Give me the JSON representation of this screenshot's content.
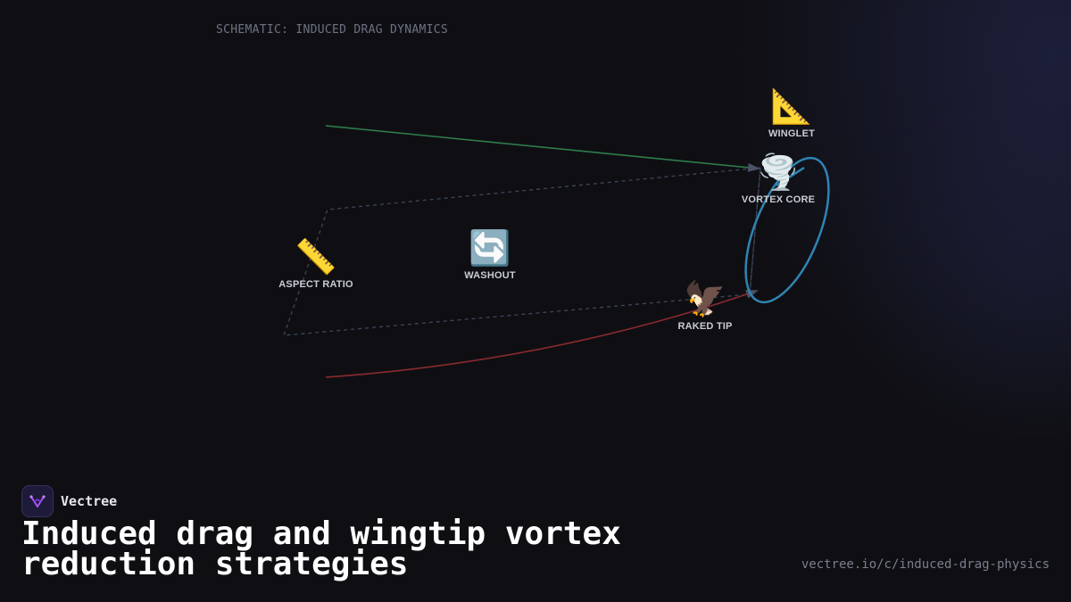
{
  "schematic": {
    "label": "SCHEMATIC: INDUCED DRAG DYNAMICS"
  },
  "nodes": {
    "winglet": {
      "label": "WINGLET",
      "glyph": "📐"
    },
    "vortex_core": {
      "label": "VORTEX CORE",
      "glyph": "🌪️"
    },
    "aspect_ratio": {
      "label": "ASPECT RATIO",
      "glyph": "📏"
    },
    "washout": {
      "label": "WASHOUT",
      "glyph": "🔄"
    },
    "raked_tip": {
      "label": "RAKED TIP",
      "glyph": "🦅"
    }
  },
  "colors": {
    "green_link": "#2e7d4a",
    "red_link": "#8a2a30",
    "dashed_outline": "#3c4658",
    "vortex_ring": "#2f84b3",
    "arrowhead": "#4a5266"
  },
  "brand": {
    "name": "Vectree",
    "icon": "vectree-logo-icon"
  },
  "title": "Induced drag and wingtip vortex reduction strategies",
  "url": "vectree.io/c/induced-drag-physics"
}
